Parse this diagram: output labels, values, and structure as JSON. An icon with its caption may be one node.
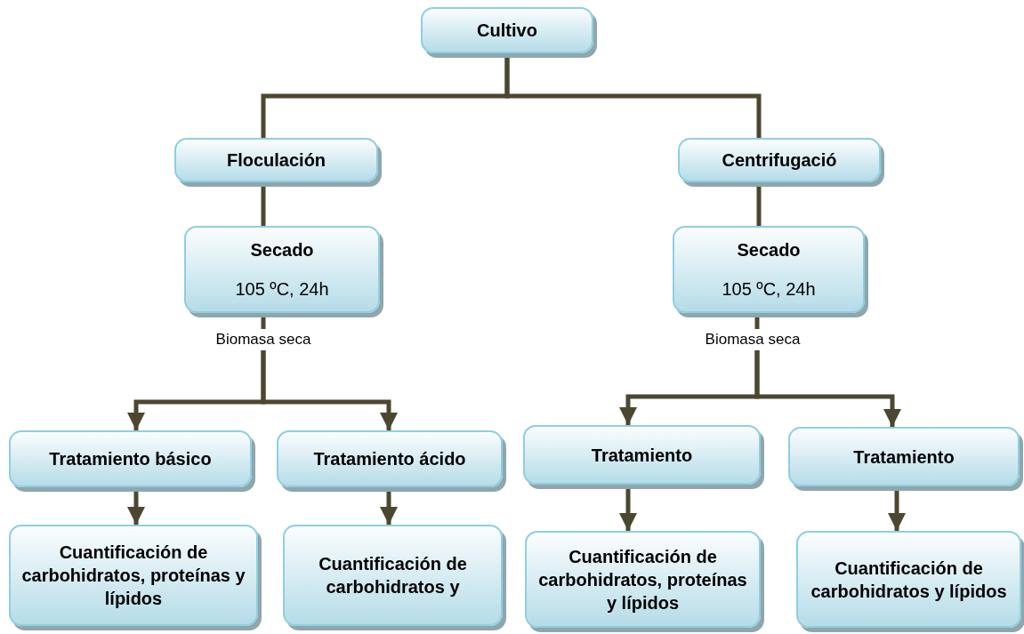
{
  "diagram": {
    "nodes": [
      {
        "text": [
          "Cultivo"
        ]
      },
      {
        "text": [
          "Floculación"
        ]
      },
      {
        "text": [
          "Centrifugació"
        ]
      },
      {
        "text": [
          "Secado",
          "105 ºC, 24h"
        ]
      },
      {
        "text": [
          "Secado",
          "105 ºC, 24h"
        ]
      },
      {
        "text": [
          "Biomasa seca"
        ]
      },
      {
        "text": [
          "Biomasa seca"
        ]
      },
      {
        "text": [
          "Tratamiento básico"
        ]
      },
      {
        "text": [
          "Tratamiento ácido"
        ]
      },
      {
        "text": [
          "Cuantificación de carbohidratos, proteínas y lípidos"
        ]
      },
      {
        "text": [
          "Cuantificación de carbohidratos y"
        ]
      },
      {
        "text": [
          "Tratamiento"
        ]
      },
      {
        "text": [
          "Tratamiento"
        ]
      },
      {
        "text": [
          "Cuantificación de carbohidratos, proteínas y lípidos"
        ]
      },
      {
        "text": [
          "Cuantificación de carbohidratos y lípidos"
        ]
      }
    ],
    "edges": [
      {
        "from": 0,
        "to": 1,
        "arrow": "none"
      },
      {
        "from": 0,
        "to": 2,
        "arrow": "none"
      },
      {
        "from": 1,
        "to": 3,
        "arrow": "none"
      },
      {
        "from": 2,
        "to": 4,
        "arrow": "none"
      },
      {
        "from": 3,
        "to": 5,
        "arrow": "none"
      },
      {
        "from": 4,
        "to": 6,
        "arrow": "none"
      },
      {
        "from": 5,
        "to": 7,
        "arrow": "to"
      },
      {
        "from": 5,
        "to": 8,
        "arrow": "to"
      },
      {
        "from": 6,
        "to": 11,
        "arrow": "to"
      },
      {
        "from": 6,
        "to": 12,
        "arrow": "to"
      },
      {
        "from": 7,
        "to": 9,
        "arrow": "to"
      },
      {
        "from": 8,
        "to": 10,
        "arrow": "to"
      },
      {
        "from": 11,
        "to": 13,
        "arrow": "to"
      },
      {
        "from": 12,
        "to": 14,
        "arrow": "to"
      }
    ]
  }
}
